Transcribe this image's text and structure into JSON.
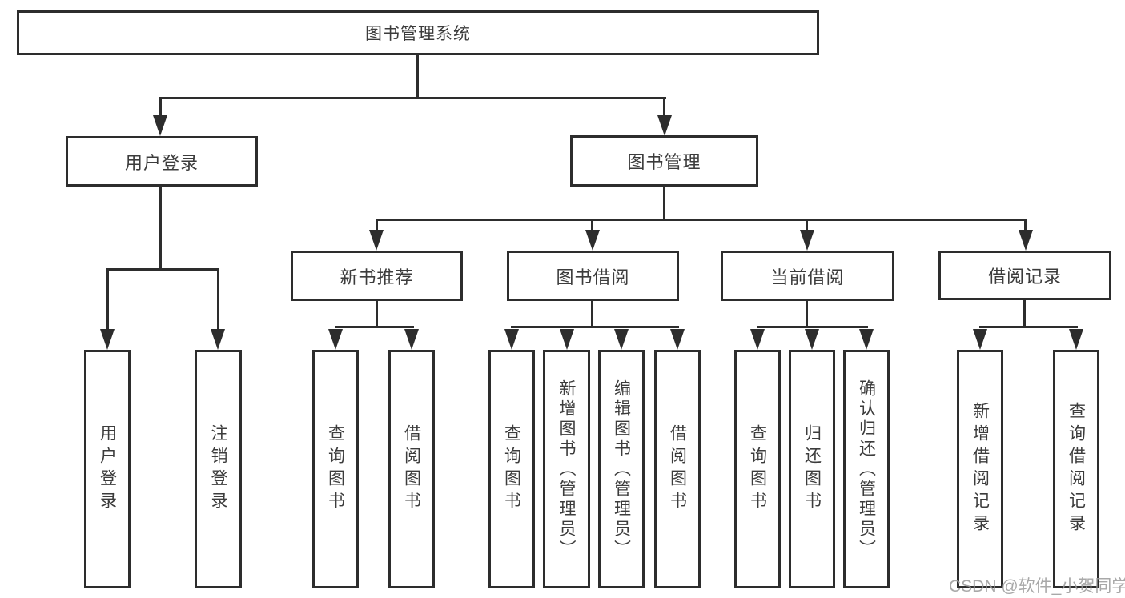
{
  "diagram": {
    "root": {
      "label": "图书管理系统"
    },
    "level2": [
      {
        "label": "用户登录"
      },
      {
        "label": "图书管理"
      }
    ],
    "level3": [
      {
        "label": "新书推荐"
      },
      {
        "label": "图书借阅"
      },
      {
        "label": "当前借阅"
      },
      {
        "label": "借阅记录"
      }
    ],
    "leaves": {
      "user_login": [
        "用户登录",
        "注销登录"
      ],
      "new_book_recommend": [
        "查询图书",
        "借阅图书"
      ],
      "book_borrow": [
        "查询图书",
        "新增图书（管理员）",
        "编辑图书（管理员）",
        "借阅图书"
      ],
      "current_borrow": [
        "查询图书",
        "归还图书",
        "确认归还（管理员）"
      ],
      "borrow_records": [
        "新增借阅记录",
        "查询借阅记录"
      ]
    }
  },
  "watermark": "CSDN @软件_小贺同学",
  "colors": {
    "line": "#2d2d2d",
    "text": "#3c3c3c",
    "background": "#ffffff",
    "watermark": "#9a9a9a"
  }
}
